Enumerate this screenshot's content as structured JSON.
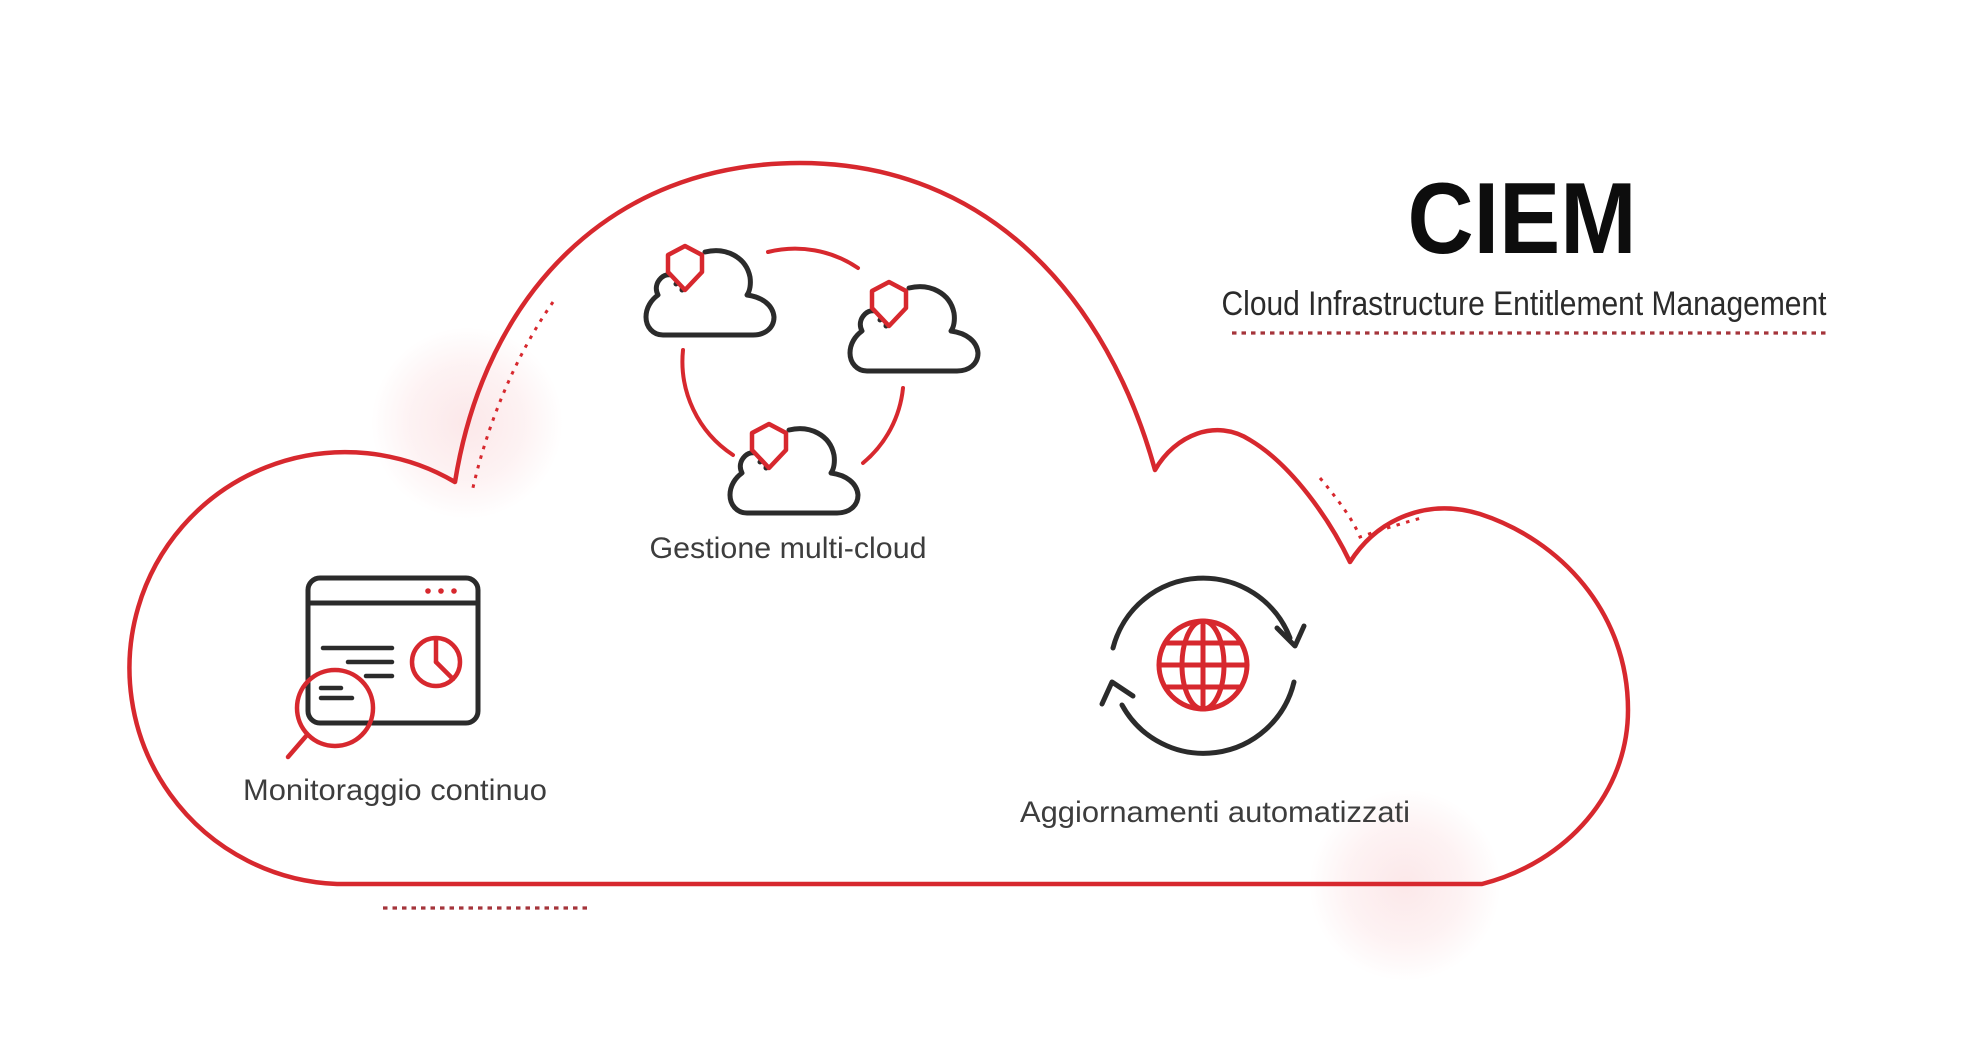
{
  "title": {
    "heading": "CIEM",
    "subtitle": "Cloud Infrastructure Entitlement Management"
  },
  "features": [
    {
      "id": "multi-cloud",
      "label": "Gestione multi-cloud",
      "icon": "shield-clouds-network-icon"
    },
    {
      "id": "monitoring",
      "label": "Monitoraggio continuo",
      "icon": "analytics-window-magnifier-icon"
    },
    {
      "id": "updates",
      "label": "Aggiornamenti automatizzati",
      "icon": "globe-sync-arrows-icon"
    }
  ],
  "colors": {
    "accent_red": "#d7282e",
    "dotted_underline_red": "#a5343b",
    "icon_black": "#2b2b2b",
    "label_gray": "#3d3d3d",
    "title_black": "#0d0d0d",
    "blob_pink": "#f6dada",
    "background": "#ffffff"
  }
}
